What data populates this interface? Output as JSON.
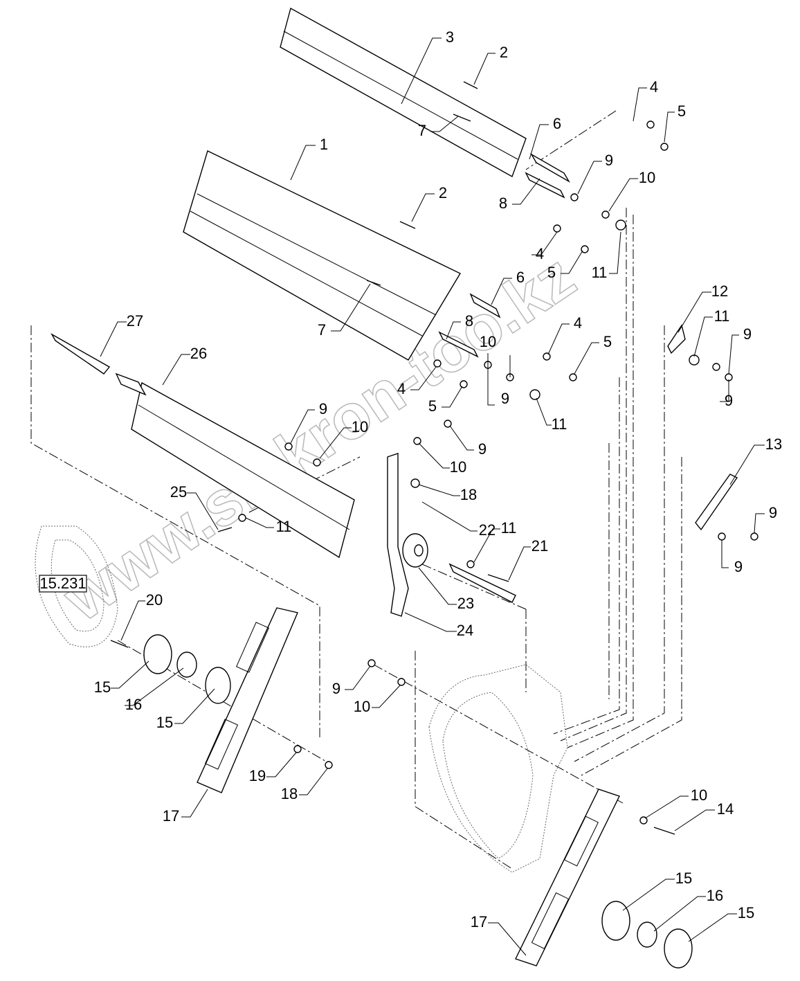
{
  "callouts": [
    "3",
    "2",
    "4",
    "5",
    "6",
    "7",
    "9",
    "1",
    "10",
    "8",
    "2",
    "4",
    "5",
    "11",
    "6",
    "12",
    "27",
    "8",
    "4",
    "11",
    "9",
    "5",
    "7",
    "10",
    "26",
    "4",
    "5",
    "9",
    "9",
    "11",
    "9",
    "10",
    "13",
    "9",
    "10",
    "18",
    "25",
    "22",
    "11",
    "11",
    "21",
    "9",
    "9",
    "15.231",
    "20",
    "23",
    "24",
    "15",
    "9",
    "16",
    "10",
    "15",
    "19",
    "18",
    "17",
    "10",
    "14",
    "15",
    "16",
    "15",
    "17"
  ],
  "watermark": "www.sinkron-too.kz"
}
